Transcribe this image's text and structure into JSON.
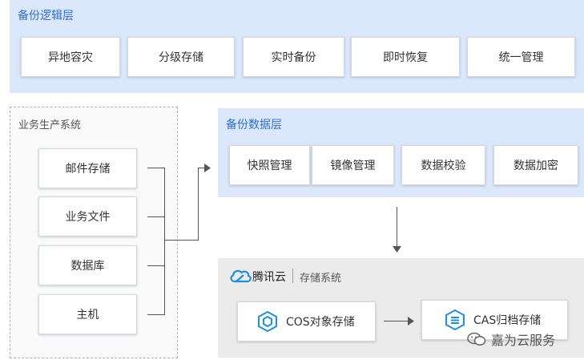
{
  "logic_layer": {
    "title": "备份逻辑层",
    "items": [
      "异地容灾",
      "分级存储",
      "实时备份",
      "即时恢复",
      "统一管理"
    ]
  },
  "production": {
    "title": "业务生产系统",
    "items": [
      "邮件存储",
      "业务文件",
      "数据库",
      "主机"
    ]
  },
  "data_layer": {
    "title": "备份数据层",
    "items": [
      "快照管理",
      "镜像管理",
      "数据校验",
      "数据加密"
    ]
  },
  "storage": {
    "brand": "腾讯云",
    "label": "存储系统",
    "cos": "COS对象存储",
    "cas": "CAS归档存储"
  },
  "watermark": "嘉为云服务",
  "colors": {
    "layer_bg": "#dbe8fb",
    "accent": "#2f6fd0",
    "storage_bg": "#ebebeb",
    "icon_blue": "#1f8fe0"
  }
}
